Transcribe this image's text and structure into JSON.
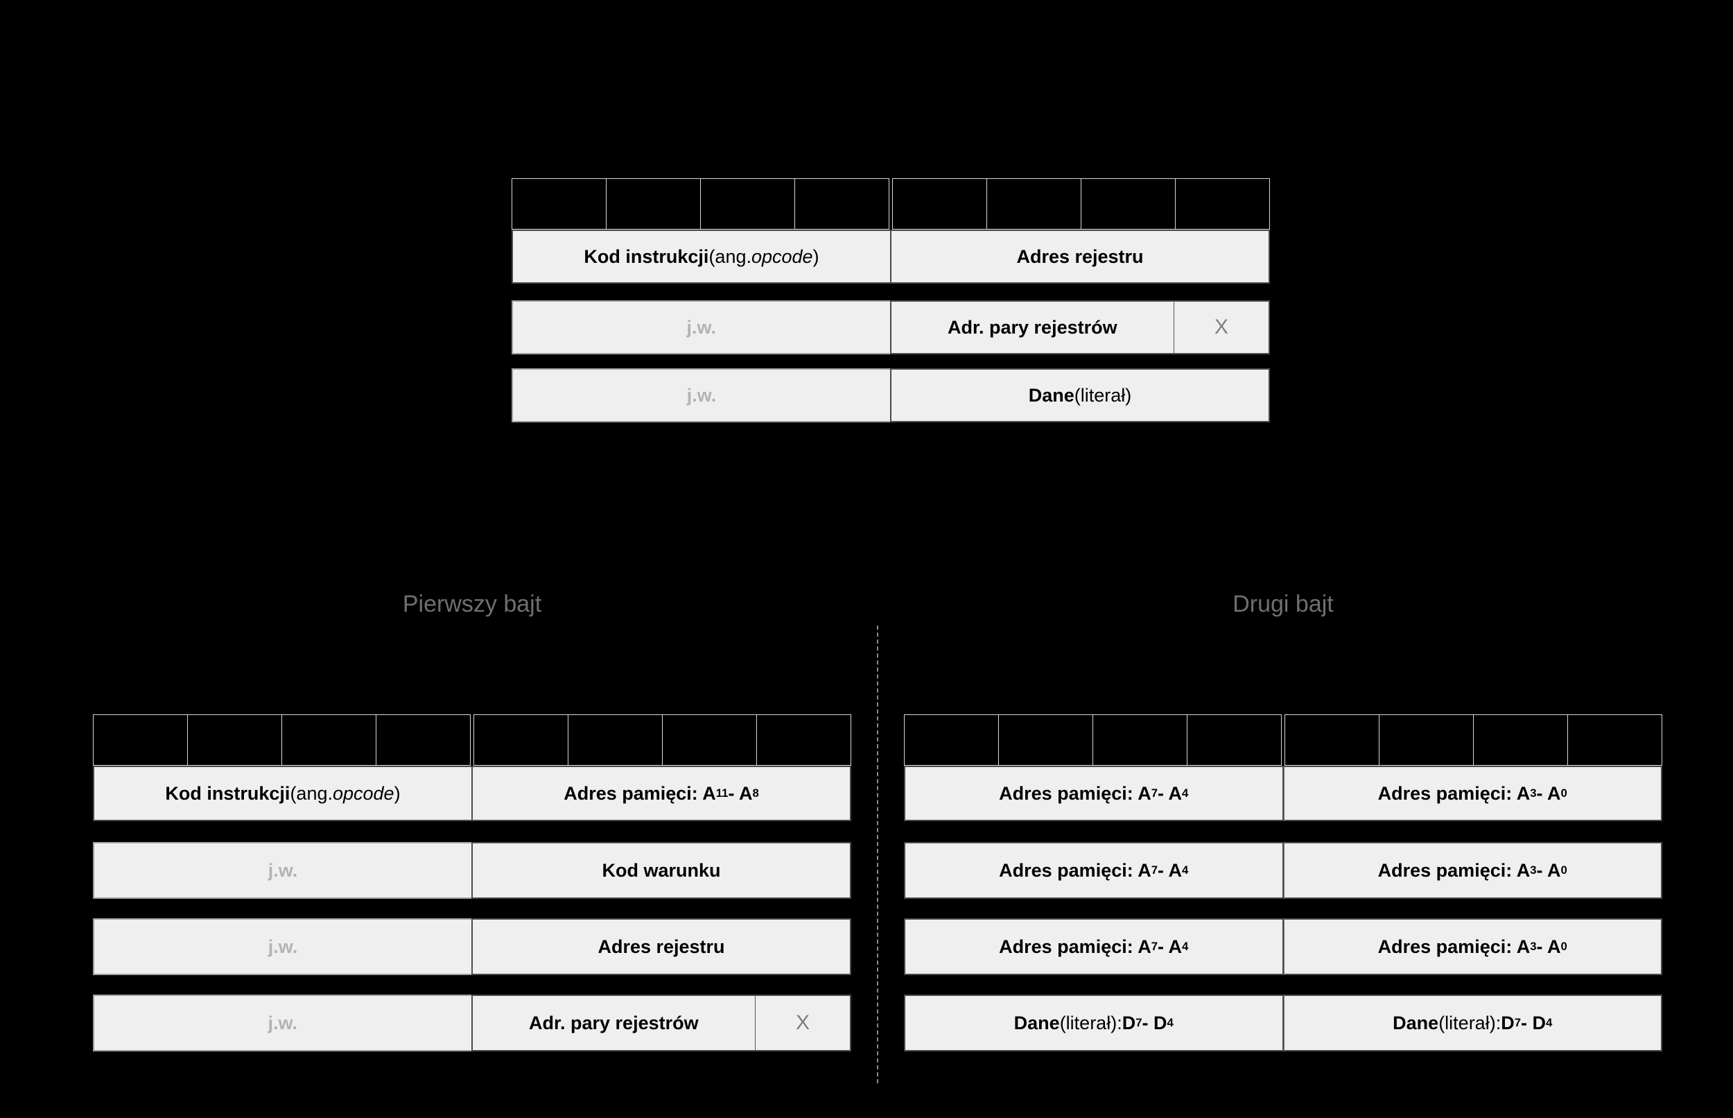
{
  "colors": {
    "background": "#000000",
    "cell_fill": "#efefef",
    "cell_border_dark": "#4a4a4a",
    "cell_border_light": "#9e9e9e",
    "bit_cell_border": "#d9d9d9",
    "muted_text": "#b3b3b3",
    "x_text": "#7f7f7f",
    "section_label_text": "#6f6f6f"
  },
  "labels": {
    "first_byte": "Pierwszy bajt",
    "second_byte": "Drugi bajt",
    "jw": "j.w.",
    "x": "X"
  },
  "bits_per_byte": 8,
  "top_table": {
    "row1": {
      "left": [
        {
          "text": "Kod instrukcji",
          "bold": true
        },
        {
          "text": " (ang. "
        },
        {
          "text": "opcode",
          "italic": true
        },
        {
          "text": ")"
        }
      ],
      "right": [
        {
          "text": "Adres rejestru",
          "bold": true
        }
      ]
    },
    "row2": {
      "middle": [
        {
          "text": "Adr. pary rejestrów",
          "bold": true
        }
      ]
    },
    "row3": {
      "right": [
        {
          "text": "Dane",
          "bold": true
        },
        {
          "text": " (literał)"
        }
      ]
    }
  },
  "first_byte_table": {
    "row1": {
      "left": [
        {
          "text": "Kod instrukcji",
          "bold": true
        },
        {
          "text": " (ang. "
        },
        {
          "text": "opcode",
          "italic": true
        },
        {
          "text": ")"
        }
      ],
      "right": [
        {
          "text": "Adres pamięci: A",
          "bold": true
        },
        {
          "text": "11",
          "bold": true,
          "sub": true
        },
        {
          "text": "- A",
          "bold": true
        },
        {
          "text": "8",
          "bold": true,
          "sub": true
        }
      ]
    },
    "row2": {
      "right": [
        {
          "text": "Kod warunku",
          "bold": true
        }
      ]
    },
    "row3": {
      "right": [
        {
          "text": "Adres rejestru",
          "bold": true
        }
      ]
    },
    "row4": {
      "middle": [
        {
          "text": "Adr. pary rejestrów",
          "bold": true
        }
      ]
    }
  },
  "second_byte_table": {
    "addr_high": [
      {
        "text": "Adres pamięci: A",
        "bold": true
      },
      {
        "text": "7",
        "bold": true,
        "sub": true
      },
      {
        "text": "- A",
        "bold": true
      },
      {
        "text": "4",
        "bold": true,
        "sub": true
      }
    ],
    "addr_low": [
      {
        "text": "Adres pamięci: A",
        "bold": true
      },
      {
        "text": "3",
        "bold": true,
        "sub": true
      },
      {
        "text": "- A",
        "bold": true
      },
      {
        "text": "0",
        "bold": true,
        "sub": true
      }
    ],
    "data_literal": [
      {
        "text": "Dane",
        "bold": true
      },
      {
        "text": " (literał): "
      },
      {
        "text": "D",
        "bold": true
      },
      {
        "text": "7",
        "bold": true,
        "sub": true
      },
      {
        "text": "- D",
        "bold": true
      },
      {
        "text": "4",
        "bold": true,
        "sub": true
      }
    ]
  }
}
